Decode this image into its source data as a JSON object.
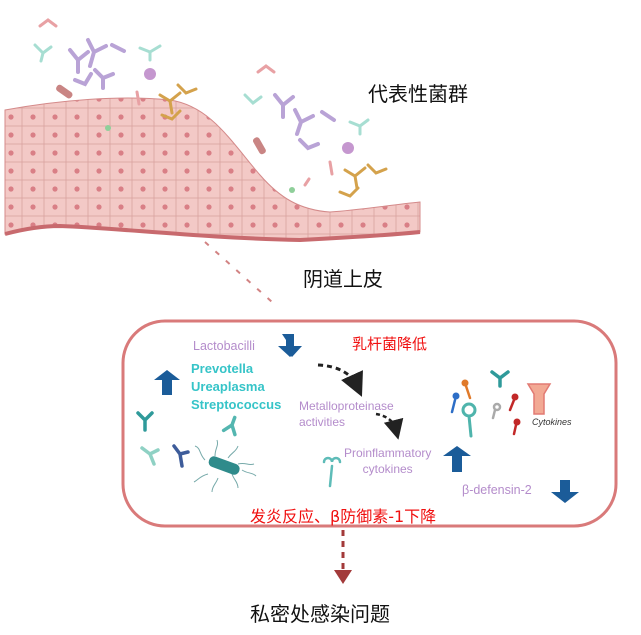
{
  "top": {
    "microbiota_label": "代表性菌群",
    "epithelium_label": "阴道上皮"
  },
  "box": {
    "lactobacilli": "Lactobacilli",
    "lactobacilli_cn": "乳杆菌降低",
    "increased_bacteria": [
      "Prevotella",
      "Ureaplasma",
      "Streptococcus"
    ],
    "mmp_line1": "Metalloproteinase",
    "mmp_line2": "activities",
    "proinflammatory_line1": "Proinflammatory",
    "proinflammatory_line2": "cytokines",
    "cytokines_label": "Cytokines",
    "defensin": "β-defensin-2",
    "summary_cn": "发炎反应、β防御素-1下降"
  },
  "bottom": {
    "result_label": "私密处感染问题"
  },
  "colors": {
    "arrow_blue": "#1b5c99",
    "border": "#d97a7a",
    "red_text": "#f01010",
    "purple_text": "#b48ccb",
    "teal_text": "#36c4c8"
  }
}
